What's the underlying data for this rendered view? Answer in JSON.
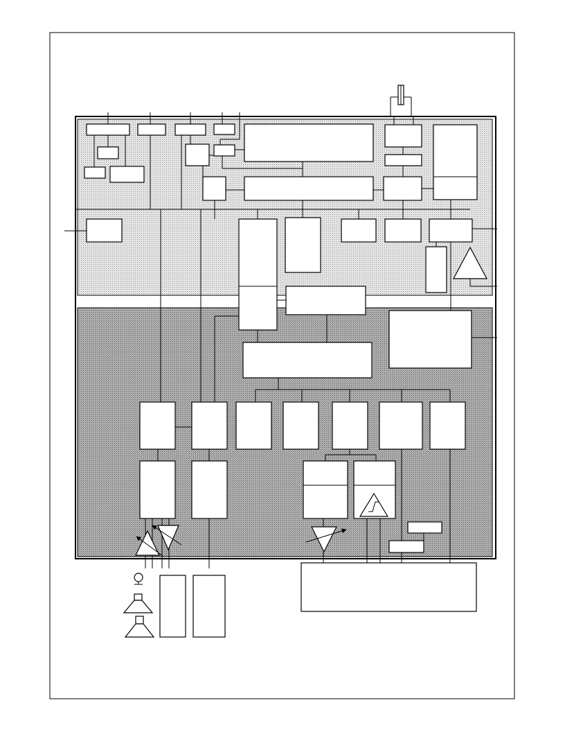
{
  "diagram": {
    "kind": "block-diagram",
    "text_labels": [],
    "colors": {
      "page_background": "#ffffff",
      "upper_region_fill": "#d9d9d9",
      "lower_region_fill": "#a9a9a9",
      "block_fill": "#ffffff",
      "line": "#000000"
    },
    "regions": [
      "upper-subsystem",
      "lower-subsystem"
    ],
    "symbols": [
      "antenna-connector-icon",
      "buffer-amplifier-icon",
      "variable-gain-amplifier-icon",
      "schmitt-trigger-icon",
      "microphone-icon",
      "speaker-icon",
      "arrow-icon"
    ]
  }
}
